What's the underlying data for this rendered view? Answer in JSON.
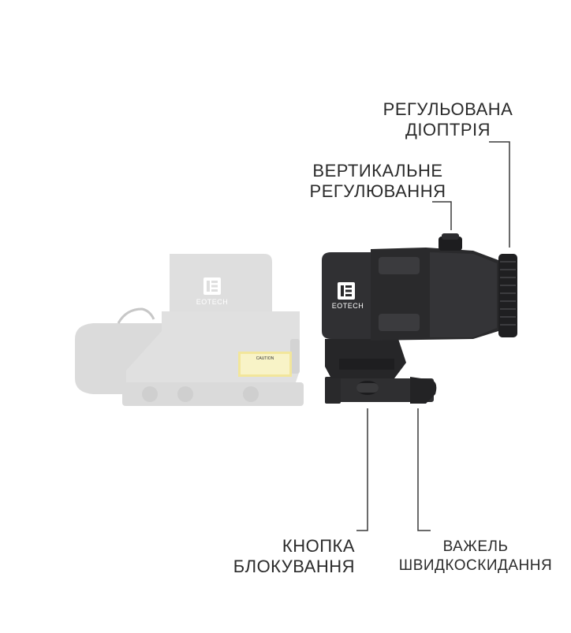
{
  "callouts": {
    "diopter": {
      "line1": "РЕГУЛЬОВАНА",
      "line2": "ДІОПТРІЯ"
    },
    "elevation": {
      "line1": "ВЕРТИКАЛЬНЕ",
      "line2": "РЕГУЛЮВАННЯ"
    },
    "lock_button": {
      "line1": "КНОПКА",
      "line2": "БЛОКУВАННЯ"
    },
    "quick_release": {
      "line1": "ВАЖЕЛЬ",
      "line2": "ШВИДКОСКИДАННЯ"
    }
  },
  "product": {
    "brand_logo_text": "EOTECH",
    "caution_label": "CAUTION"
  },
  "colors": {
    "magnifier_body": "#2a2a2c",
    "sight_ghost": "#c9c9c9",
    "leader_line": "#3a3a3a",
    "caution_yellow": "#e9d24a"
  }
}
